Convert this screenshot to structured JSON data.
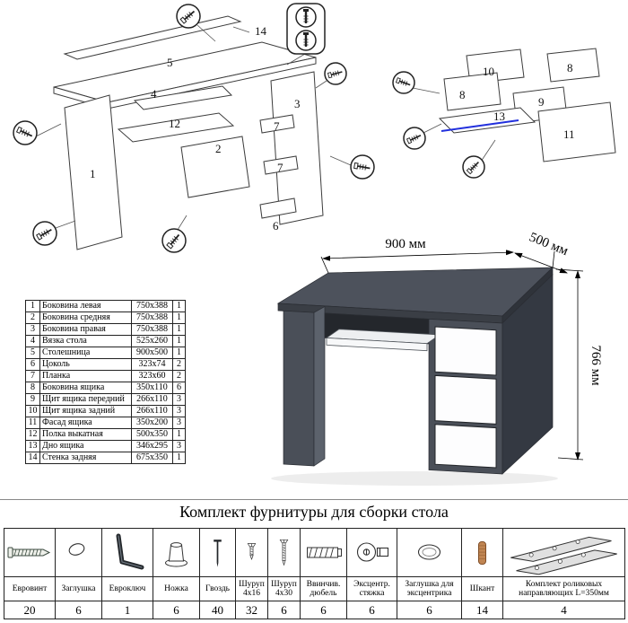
{
  "title": "Комплект фурнитуры для сборки стола",
  "desk": {
    "dim_width": "900 мм",
    "dim_depth": "500 мм",
    "dim_height": "766 мм"
  },
  "colors": {
    "desk_body": "#4d525c",
    "desk_side": "#343942",
    "drawer_front": "#fdfdfe",
    "groove_blue": "#2230dd",
    "dowel_brown": "#c08552"
  },
  "main_diagram": {
    "labels": {
      "part1": "1",
      "part2": "2",
      "part3": "3",
      "part4": "4",
      "part5": "5",
      "part6": "6",
      "part7a": "7",
      "part7b": "7",
      "part12": "12",
      "part14": "14"
    }
  },
  "drawer_diagram": {
    "labels": {
      "part8a": "8",
      "part8b": "8",
      "part9": "9",
      "part10": "10",
      "part11": "11",
      "part13": "13"
    }
  },
  "parts_table": {
    "rows": [
      {
        "num": "1",
        "name": "Боковина левая",
        "size": "750x388",
        "qty": "1"
      },
      {
        "num": "2",
        "name": "Боковина средняя",
        "size": "750x388",
        "qty": "1"
      },
      {
        "num": "3",
        "name": "Боковина правая",
        "size": "750x388",
        "qty": "1"
      },
      {
        "num": "4",
        "name": "Вязка стола",
        "size": "525x260",
        "qty": "1"
      },
      {
        "num": "5",
        "name": "Столешница",
        "size": "900x500",
        "qty": "1"
      },
      {
        "num": "6",
        "name": "Цоколь",
        "size": "323x74",
        "qty": "2"
      },
      {
        "num": "7",
        "name": "Планка",
        "size": "323x60",
        "qty": "2"
      },
      {
        "num": "8",
        "name": "Боковина ящика",
        "size": "350x110",
        "qty": "6"
      },
      {
        "num": "9",
        "name": "Щит ящика передний",
        "size": "266x110",
        "qty": "3"
      },
      {
        "num": "10",
        "name": "Щит ящика задний",
        "size": "266x110",
        "qty": "3"
      },
      {
        "num": "11",
        "name": "Фасад ящика",
        "size": "350x200",
        "qty": "3"
      },
      {
        "num": "12",
        "name": "Полка выкатная",
        "size": "500x350",
        "qty": "1"
      },
      {
        "num": "13",
        "name": "Дно ящика",
        "size": "346x295",
        "qty": "3"
      },
      {
        "num": "14",
        "name": "Стенка задняя",
        "size": "675x350",
        "qty": "1"
      }
    ]
  },
  "hardware_table": {
    "items": [
      {
        "icon": "euro-screw-icon",
        "name": "Евровинт",
        "qty": "20"
      },
      {
        "icon": "cap-icon",
        "name": "Заглушка",
        "qty": "6"
      },
      {
        "icon": "hex-key-icon",
        "name": "Евроключ",
        "qty": "1"
      },
      {
        "icon": "leg-icon",
        "name": "Ножка",
        "qty": "6"
      },
      {
        "icon": "nail-icon",
        "name": "Гвоздь",
        "qty": "40"
      },
      {
        "icon": "screw-4x16-icon",
        "name": "Шуруп 4х16",
        "qty": "32"
      },
      {
        "icon": "screw-4x30-icon",
        "name": "Шуруп 4х30",
        "qty": "6"
      },
      {
        "icon": "screw-dowel-icon",
        "name": "Ввинчив. дюбель",
        "qty": "6"
      },
      {
        "icon": "cam-lock-icon",
        "name": "Эксцентр. стяжка",
        "qty": "6"
      },
      {
        "icon": "cam-cap-icon",
        "name": "Заглушка для эксцентрика",
        "qty": "6"
      },
      {
        "icon": "wood-dowel-icon",
        "name": "Шкант",
        "qty": "14"
      },
      {
        "icon": "drawer-slides-icon",
        "name": "Комплект роликовых направляющих L=350мм",
        "qty": "4"
      }
    ]
  }
}
